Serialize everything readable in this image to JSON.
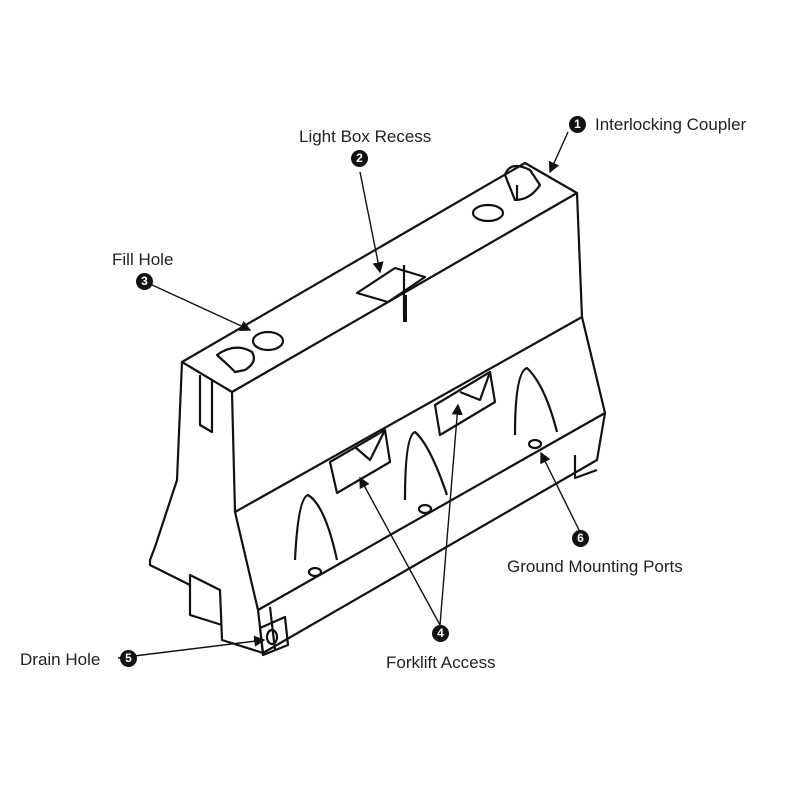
{
  "callouts": [
    {
      "number": "1",
      "label": "Interlocking Coupler"
    },
    {
      "number": "2",
      "label": "Light Box Recess"
    },
    {
      "number": "3",
      "label": "Fill Hole"
    },
    {
      "number": "4",
      "label": "Forklift Access"
    },
    {
      "number": "5",
      "label": "Drain Hole"
    },
    {
      "number": "6",
      "label": "Ground Mounting Ports"
    }
  ]
}
